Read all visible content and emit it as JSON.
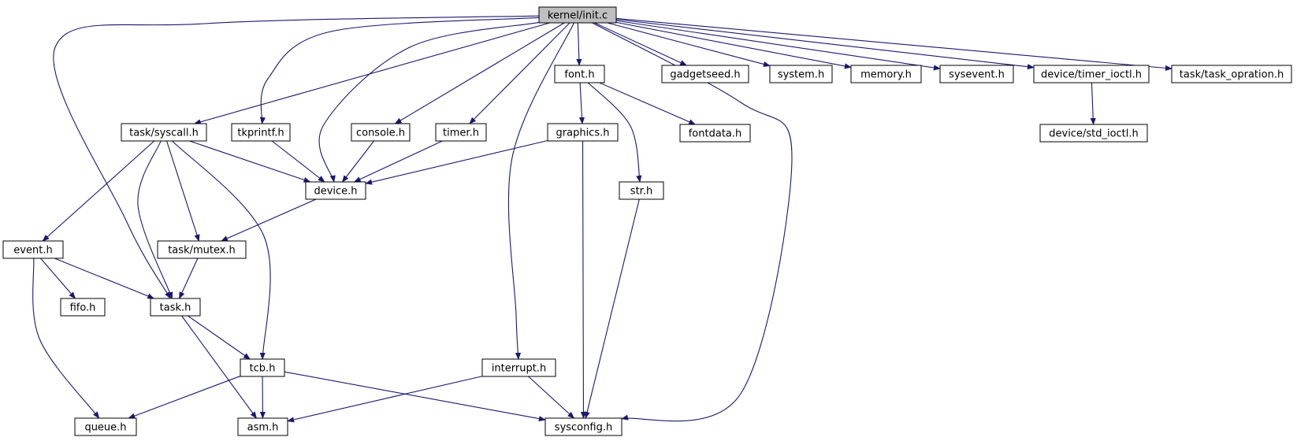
{
  "colors": {
    "edge": "#191970",
    "root_fill": "#bfbfbf",
    "node_fill": "#ffffff",
    "node_stroke": "#000000"
  },
  "root": "kernel/init.c",
  "nodes": [
    "kernel/init.c",
    "task/syscall.h",
    "tkprintf.h",
    "console.h",
    "timer.h",
    "font.h",
    "gadgetseed.h",
    "system.h",
    "memory.h",
    "sysevent.h",
    "device/timer_ioctl.h",
    "task/task_opration.h",
    "graphics.h",
    "fontdata.h",
    "device/std_ioctl.h",
    "device.h",
    "str.h",
    "event.h",
    "task/mutex.h",
    "fifo.h",
    "task.h",
    "tcb.h",
    "interrupt.h",
    "queue.h",
    "asm.h",
    "sysconfig.h"
  ],
  "edges": [
    [
      "kernel/init.c",
      "task/syscall.h"
    ],
    [
      "kernel/init.c",
      "tkprintf.h"
    ],
    [
      "kernel/init.c",
      "device.h"
    ],
    [
      "kernel/init.c",
      "console.h"
    ],
    [
      "kernel/init.c",
      "timer.h"
    ],
    [
      "kernel/init.c",
      "interrupt.h"
    ],
    [
      "kernel/init.c",
      "font.h"
    ],
    [
      "kernel/init.c",
      "sysconfig.h"
    ],
    [
      "kernel/init.c",
      "gadgetseed.h"
    ],
    [
      "kernel/init.c",
      "system.h"
    ],
    [
      "kernel/init.c",
      "memory.h"
    ],
    [
      "kernel/init.c",
      "sysevent.h"
    ],
    [
      "kernel/init.c",
      "device/timer_ioctl.h"
    ],
    [
      "kernel/init.c",
      "task/task_opration.h"
    ],
    [
      "kernel/init.c",
      "task.h"
    ],
    [
      "task/syscall.h",
      "device.h"
    ],
    [
      "task/syscall.h",
      "event.h"
    ],
    [
      "task/syscall.h",
      "task/mutex.h"
    ],
    [
      "task/syscall.h",
      "task.h"
    ],
    [
      "task/syscall.h",
      "tcb.h"
    ],
    [
      "tkprintf.h",
      "device.h"
    ],
    [
      "console.h",
      "device.h"
    ],
    [
      "timer.h",
      "device.h"
    ],
    [
      "font.h",
      "graphics.h"
    ],
    [
      "font.h",
      "fontdata.h"
    ],
    [
      "font.h",
      "str.h"
    ],
    [
      "graphics.h",
      "device.h"
    ],
    [
      "graphics.h",
      "sysconfig.h"
    ],
    [
      "str.h",
      "sysconfig.h"
    ],
    [
      "device/timer_ioctl.h",
      "device/std_ioctl.h"
    ],
    [
      "device.h",
      "task/mutex.h"
    ],
    [
      "task/mutex.h",
      "task.h"
    ],
    [
      "event.h",
      "fifo.h"
    ],
    [
      "event.h",
      "task.h"
    ],
    [
      "event.h",
      "queue.h"
    ],
    [
      "task.h",
      "tcb.h"
    ],
    [
      "task.h",
      "asm.h"
    ],
    [
      "tcb.h",
      "queue.h"
    ],
    [
      "tcb.h",
      "asm.h"
    ],
    [
      "tcb.h",
      "sysconfig.h"
    ],
    [
      "interrupt.h",
      "asm.h"
    ],
    [
      "interrupt.h",
      "sysconfig.h"
    ]
  ]
}
